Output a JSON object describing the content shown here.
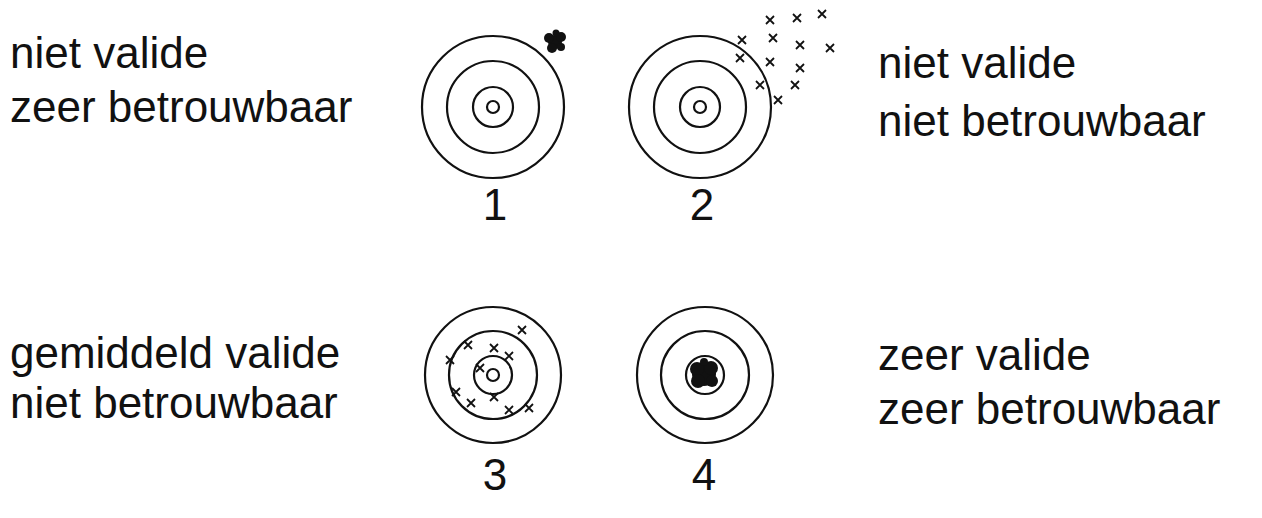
{
  "diagram": {
    "labels": [
      "niet valide",
      "zeer betrouwbaar",
      "1",
      "2",
      "niet valide",
      "niet betrouwbaar",
      "gemiddeld valide",
      "niet betrouwbaar",
      "3",
      "4",
      "zeer valide",
      "zeer betrouwbaar"
    ]
  }
}
